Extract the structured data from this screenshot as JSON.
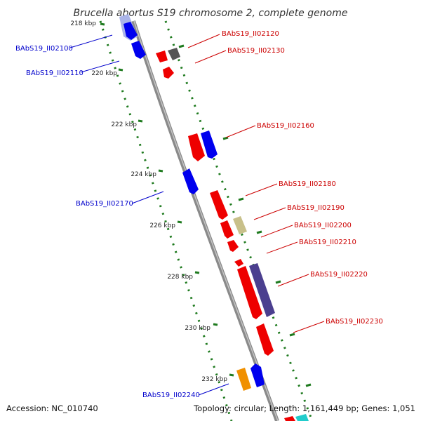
{
  "title": "Brucella abortus S19 chromosome 2, complete genome",
  "footer": {
    "accession": "Accession: NC_010740",
    "topology": "Topology: circular; Length: 1,161,449 bp; Genes: 1,051"
  },
  "colors": {
    "backbone": "#8a8a8a",
    "tick": "#1e7a1e",
    "left_label": "#0000cc",
    "right_label": "#cc0000",
    "blue_gene": "#0000ee",
    "red_gene": "#ee0000",
    "gray_gene": "#555555",
    "tan_gene": "#c8c08a",
    "purple_gene": "#4b3f8f",
    "orange_gene": "#f09000",
    "cyan_gene": "#22cccc",
    "lightblue_gene": "#aab4e8"
  },
  "ticks": [
    {
      "kbp": 218,
      "label": "218 kbp"
    },
    {
      "kbp": 220,
      "label": "220 kbp"
    },
    {
      "kbp": 222,
      "label": "222 kbp"
    },
    {
      "kbp": 224,
      "label": "224 kbp"
    },
    {
      "kbp": 226,
      "label": "226 kbp"
    },
    {
      "kbp": 228,
      "label": "228 kbp"
    },
    {
      "kbp": 230,
      "label": "230 kbp"
    },
    {
      "kbp": 232,
      "label": "232 kbp"
    }
  ],
  "labels_left": [
    {
      "id": "BAbS19_II02100",
      "text": "BAbS19_II02100"
    },
    {
      "id": "BAbS19_II02110",
      "text": "BAbS19_II02110"
    },
    {
      "id": "BAbS19_II02170",
      "text": "BAbS19_II02170"
    },
    {
      "id": "BAbS19_II02240",
      "text": "BAbS19_II02240"
    }
  ],
  "labels_right": [
    {
      "id": "BAbS19_II02120",
      "text": "BAbS19_II02120"
    },
    {
      "id": "BAbS19_II02130",
      "text": "BAbS19_II02130"
    },
    {
      "id": "BAbS19_II02160",
      "text": "BAbS19_II02160"
    },
    {
      "id": "BAbS19_II02180",
      "text": "BAbS19_II02180"
    },
    {
      "id": "BAbS19_II02190",
      "text": "BAbS19_II02190"
    },
    {
      "id": "BAbS19_II02200",
      "text": "BAbS19_II02200"
    },
    {
      "id": "BAbS19_II02210",
      "text": "BAbS19_II02210"
    },
    {
      "id": "BAbS19_II02220",
      "text": "BAbS19_II02220"
    },
    {
      "id": "BAbS19_II02230",
      "text": "BAbS19_II02230"
    }
  ]
}
